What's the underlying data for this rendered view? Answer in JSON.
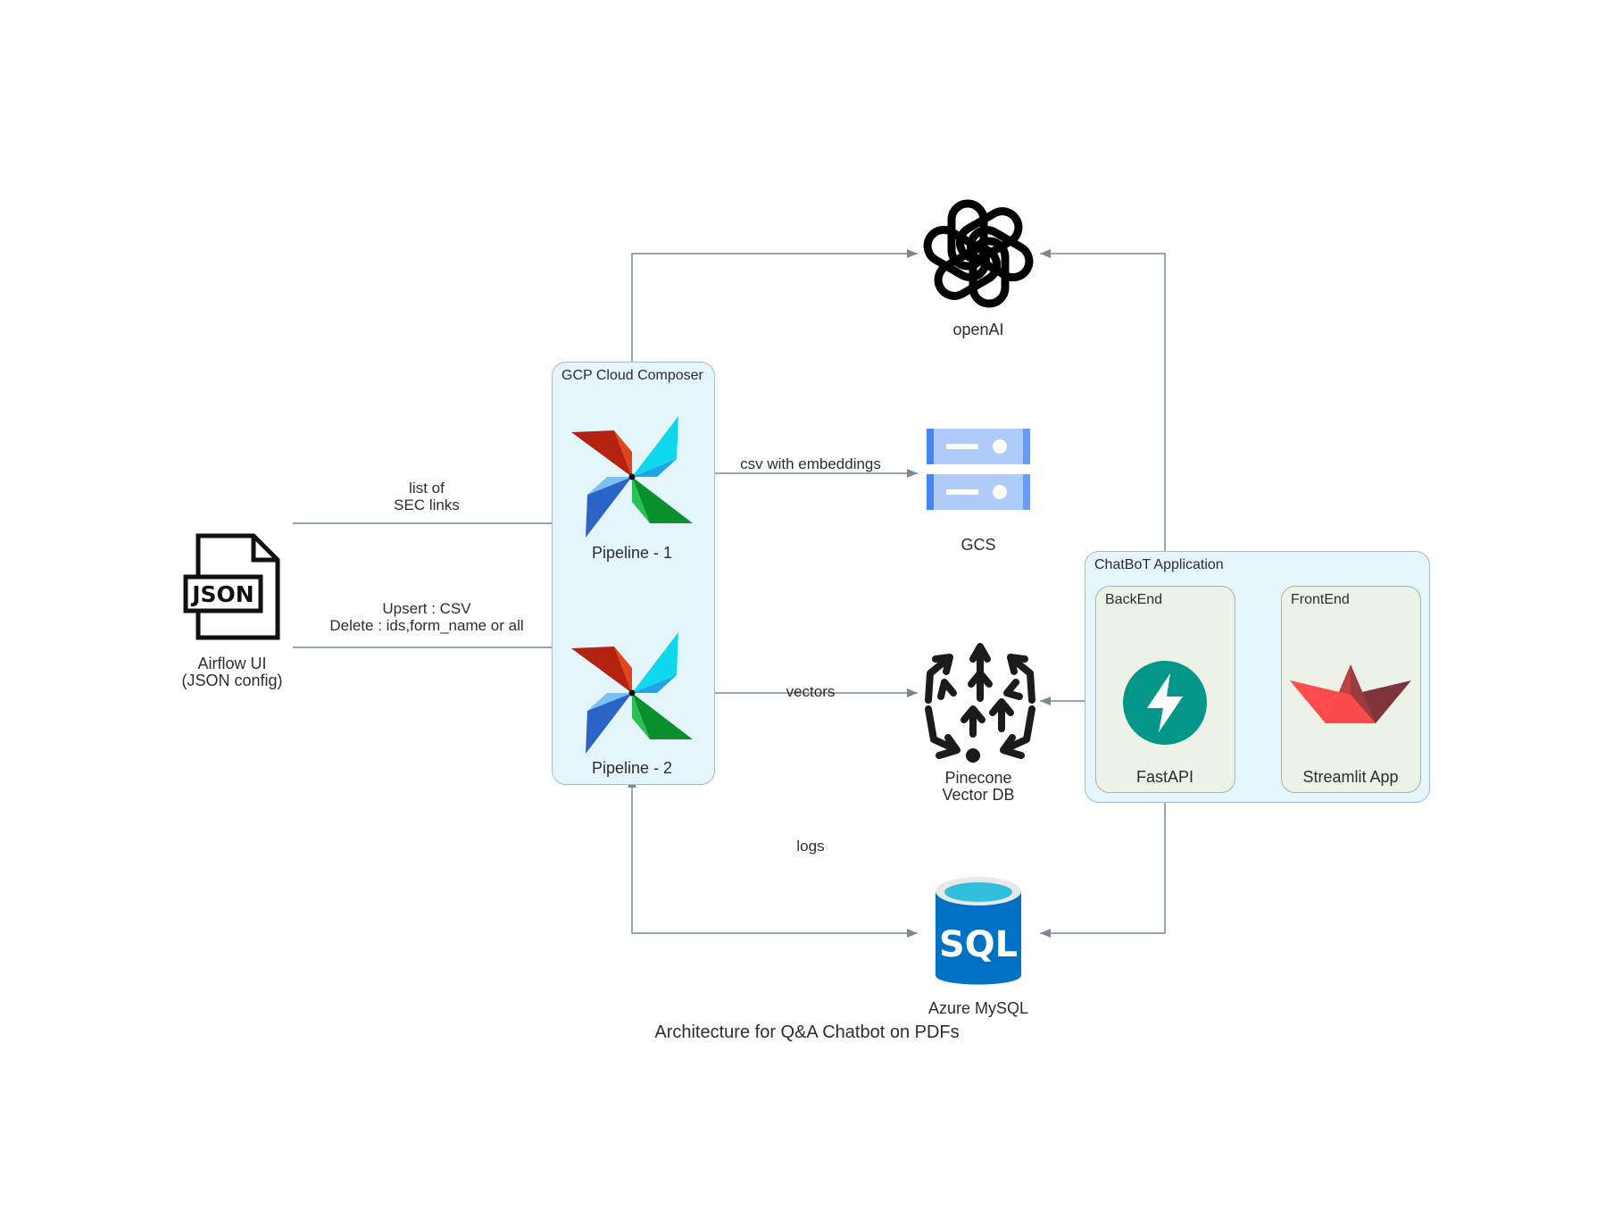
{
  "title": "Architecture for Q&A Chatbot on PDFs",
  "colors": {
    "edge": "#7b8894",
    "cluster_fill": "#e5f5fc",
    "inner_cluster_fill": "#ecf3e6",
    "fastapi": "#049688",
    "streamlit": "#ff4b4b",
    "sql": "#0072c6"
  },
  "clusters": {
    "composer": "GCP Cloud Composer",
    "chatbot": "ChatBoT Application",
    "backend": "BackEnd",
    "frontend": "FrontEnd"
  },
  "nodes": {
    "airflow_ui": {
      "line1": "Airflow UI",
      "line2": "(JSON config)",
      "icon": "json-file-icon",
      "icon_text": "JSON"
    },
    "pipeline1": {
      "label": "Pipeline - 1",
      "icon": "airflow-pinwheel-icon"
    },
    "pipeline2": {
      "label": "Pipeline - 2",
      "icon": "airflow-pinwheel-icon"
    },
    "openai": {
      "label": "openAI",
      "icon": "openai-logo-icon"
    },
    "gcs": {
      "label": "GCS",
      "icon": "gcs-storage-icon"
    },
    "pinecone": {
      "line1": "Pinecone",
      "line2": "Vector DB",
      "icon": "pinecone-icon"
    },
    "fastapi": {
      "label": "FastAPI",
      "icon": "fastapi-bolt-icon"
    },
    "streamlit": {
      "label": "Streamlit App",
      "icon": "streamlit-boat-icon"
    },
    "mysql": {
      "label": "Azure MySQL",
      "icon": "sql-database-icon",
      "icon_text": "SQL"
    }
  },
  "edges": {
    "sec_links": {
      "line1": "list of",
      "line2": "SEC links"
    },
    "upsert": {
      "line1": "Upsert : CSV",
      "line2": "Delete : ids,form_name or all"
    },
    "csv": "csv with embeddings",
    "vectors": "vectors",
    "logs": "logs"
  }
}
